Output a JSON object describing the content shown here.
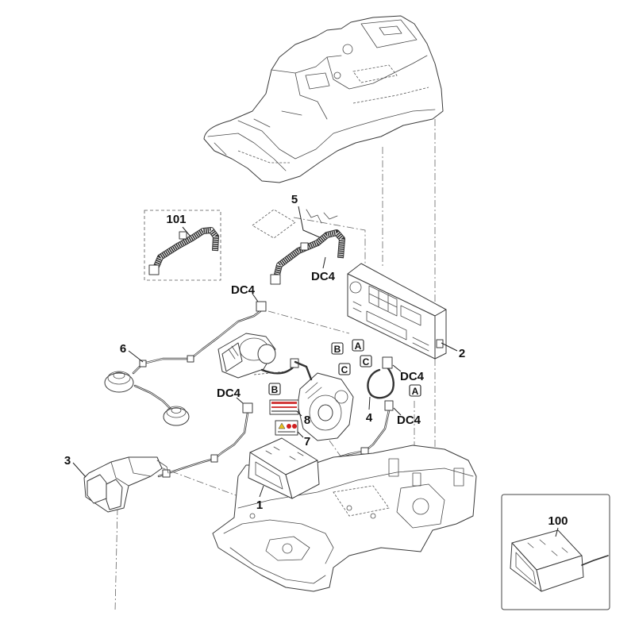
{
  "callouts": {
    "c101": "101",
    "c5": "5",
    "dc4_ribbon": "DC4",
    "dc4_harness": "DC4",
    "c2": "2",
    "c6": "6",
    "box_b_upper": "B",
    "box_a_upper": "A",
    "box_c_left": "C",
    "box_c_right": "C",
    "dc4_connector_right": "DC4",
    "box_a_lower": "A",
    "dc4_cable_left": "DC4",
    "box_b_lower": "B",
    "c8": "8",
    "c4": "4",
    "dc4_cable_right": "DC4",
    "c7": "7",
    "c3": "3",
    "c1": "1",
    "c100": "100"
  },
  "colors": {
    "line": "#3a3a3a",
    "text": "#111111",
    "sticker_red": "#d23a3a",
    "warning_yellow": "#e8c020",
    "warning_red": "#d02020"
  }
}
